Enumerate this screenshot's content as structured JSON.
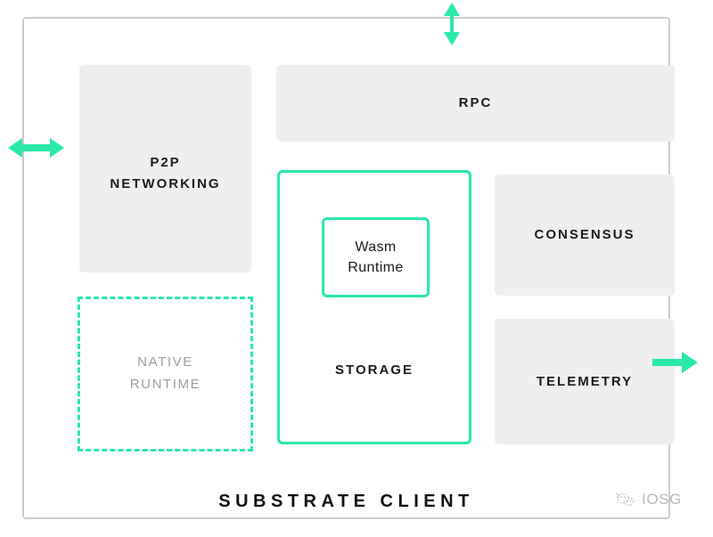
{
  "diagram": {
    "title": "SUBSTRATE CLIENT",
    "accent_color": "#2ae9a6",
    "module_fill": "#efefef",
    "frame_border_color": "#cccccc",
    "muted_text_color": "#9d9d9d",
    "modules": [
      {
        "id": "p2p",
        "label": "P2P\nNETWORKING",
        "style": "filled"
      },
      {
        "id": "rpc",
        "label": "RPC",
        "style": "filled"
      },
      {
        "id": "consensus",
        "label": "CONSENSUS",
        "style": "filled"
      },
      {
        "id": "telemetry",
        "label": "TELEMETRY",
        "style": "filled"
      },
      {
        "id": "storage",
        "label": "STORAGE",
        "style": "green-outline"
      },
      {
        "id": "wasm",
        "label": "Wasm\nRuntime",
        "style": "green-outline"
      },
      {
        "id": "native",
        "label": "NATIVE\nRUNTIME",
        "style": "green-dashed"
      }
    ],
    "labels": {
      "p2p": "P2P NETWORKING",
      "p2p_line1": "P2P",
      "p2p_line2": "NETWORKING",
      "rpc": "RPC",
      "consensus": "CONSENSUS",
      "telemetry": "TELEMETRY",
      "storage": "STORAGE",
      "wasm_line1": "Wasm",
      "wasm_line2": "Runtime",
      "native_line1": "NATIVE",
      "native_line2": "RUNTIME"
    },
    "arrows": [
      {
        "id": "rpc-external",
        "direction": "bidirectional-vertical",
        "attached_to": "rpc"
      },
      {
        "id": "p2p-external",
        "direction": "bidirectional-horizontal",
        "attached_to": "p2p"
      },
      {
        "id": "telemetry-external",
        "direction": "right",
        "attached_to": "telemetry"
      }
    ]
  },
  "watermark": {
    "text": "IOSG",
    "icon": "wechat-icon"
  }
}
